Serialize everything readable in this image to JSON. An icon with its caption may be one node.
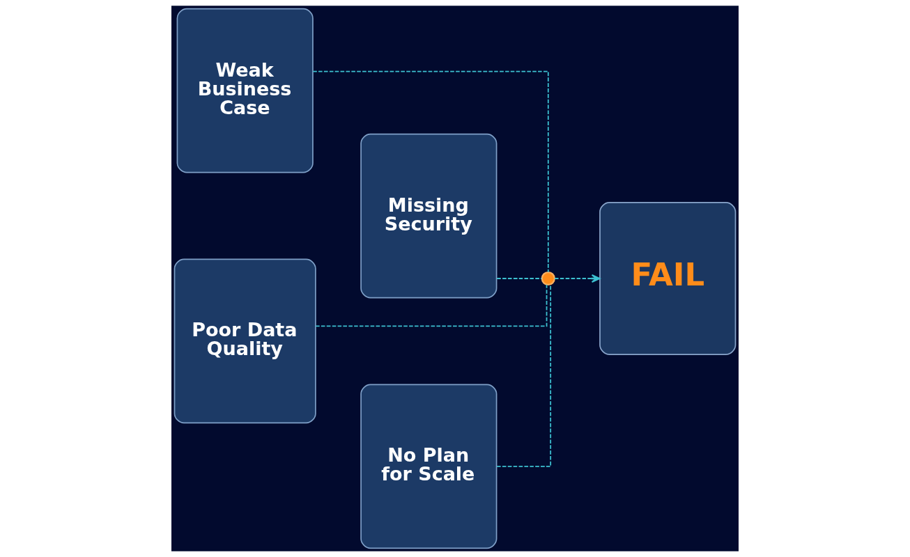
{
  "diagram": {
    "nodes": [
      {
        "text": [
          "Weak Business Case"
        ]
      },
      {
        "text": [
          "Missing Security"
        ]
      },
      {
        "text": [
          "Poor Data Quality"
        ]
      },
      {
        "text": [
          "No Plan for Scale"
        ]
      },
      {
        "text": [],
        "shape": "circle"
      },
      {
        "text": [
          "FAIL"
        ]
      }
    ],
    "edges": [
      {
        "from": 0,
        "to": 4,
        "arrow": "none",
        "style": "dashed"
      },
      {
        "from": 1,
        "to": 4,
        "arrow": "none",
        "style": "dashed"
      },
      {
        "from": 2,
        "to": 4,
        "arrow": "none",
        "style": "dashed"
      },
      {
        "from": 3,
        "to": 4,
        "arrow": "none",
        "style": "dashed"
      },
      {
        "from": 4,
        "to": 5,
        "arrow": "to",
        "style": "dashed"
      }
    ]
  }
}
